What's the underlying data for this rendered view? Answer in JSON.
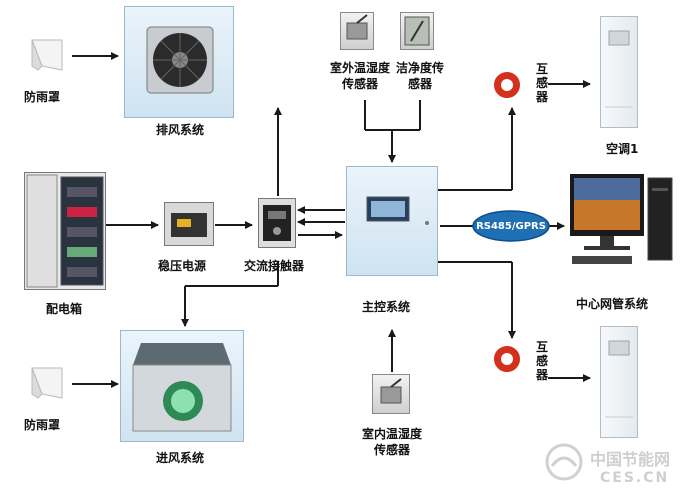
{
  "nodes": {
    "rain_cover_top": "防雨罩",
    "exhaust": "排风系统",
    "outdoor_th": [
      "室外温湿度",
      "传感器"
    ],
    "cleanliness": [
      "洁净度传",
      "感器"
    ],
    "ct_top": "互感器",
    "ac1": "空调1",
    "distribution_box": "配电箱",
    "stabilizer": "稳压电源",
    "contactor": "交流接触器",
    "main_control": "主控系统",
    "comm_link": "RS485/GPRS",
    "central_system": "中心网管系统",
    "ct_bottom": "互感器",
    "rain_cover_bottom": "防雨罩",
    "intake": "进风系统",
    "indoor_th": [
      "室内温湿度",
      "传感器"
    ]
  },
  "watermark": {
    "cn": "中国节能网",
    "url": "CES.CN"
  },
  "colors": {
    "line": "#1a1a1a",
    "link_fill": "#1f6fb5",
    "ct_red": "#d4301e",
    "panel_bg": "#dcebf6"
  }
}
